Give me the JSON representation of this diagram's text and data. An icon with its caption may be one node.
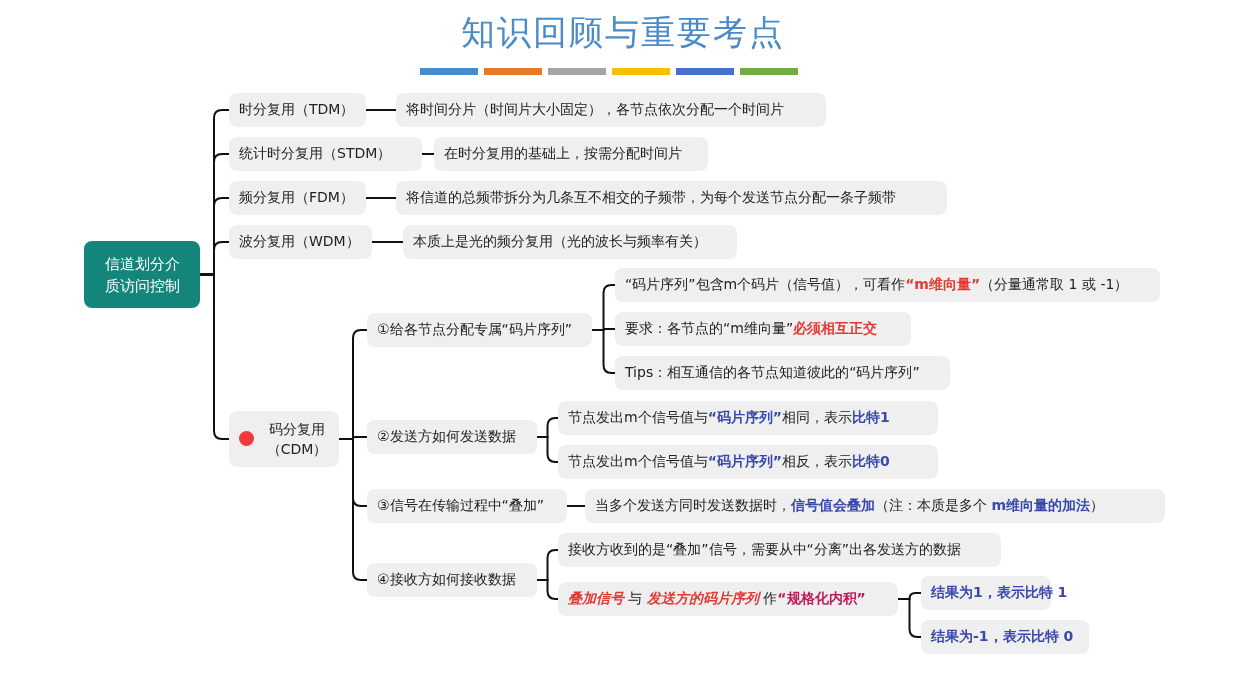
{
  "diagram": {
    "title": "知识回顾与重要考点",
    "nodes": [
      {
        "text": [
          "信道划分介质访问控制"
        ]
      },
      {
        "text": [
          "时分复用（TDM）"
        ]
      },
      {
        "text": [
          "将时间分片（时间片大小固定），各节点依次分配一个时间片"
        ]
      },
      {
        "text": [
          "统计时分复用（STDM）"
        ]
      },
      {
        "text": [
          "在时分复用的基础上，按需分配时间片"
        ]
      },
      {
        "text": [
          "频分复用（FDM）"
        ]
      },
      {
        "text": [
          "将信道的总频带拆分为几条互不相交的子频带，为每个发送节点分配一条子频带"
        ]
      },
      {
        "text": [
          "波分复用（WDM）"
        ]
      },
      {
        "text": [
          "本质上是光的频分复用（光的波长与频率有关）"
        ]
      },
      {
        "text": [
          "码分复用（CDM）"
        ]
      },
      {
        "text": [
          "①给各节点分配专属“码片序列”"
        ]
      },
      {
        "text": [
          "“码片序列”包含m个码片（信号值），可看作**“m维向量”**（分量通常取 1 或 -1）"
        ]
      },
      {
        "text": [
          "要求：各节点的“m维向量”**必须相互正交**"
        ]
      },
      {
        "text": [
          "Tips：相互通信的各节点知道彼此的“码片序列”"
        ]
      },
      {
        "text": [
          "②发送方如何发送数据"
        ]
      },
      {
        "text": [
          "节点发出m个信号值与**“码片序列”**相同，表示**比特1**"
        ]
      },
      {
        "text": [
          "节点发出m个信号值与**“码片序列”**相反，表示**比特0**"
        ]
      },
      {
        "text": [
          "③信号在传输过程中“叠加”"
        ]
      },
      {
        "text": [
          "当多个发送方同时发送数据时，**信号值会叠加**（注：本质是多个 **m维向量的加法**）"
        ]
      },
      {
        "text": [
          "④接收方如何接收数据"
        ]
      },
      {
        "text": [
          "接收方收到的是“叠加”信号，需要从中“分离”出各发送方的数据"
        ]
      },
      {
        "text": [
          "*叠加信号* 与 *发送方的码片序列* 作**“规格化内积”**"
        ]
      },
      {
        "text": [
          "结果为1，表示比特 1"
        ]
      },
      {
        "text": [
          "结果为-1，表示比特 0"
        ]
      }
    ],
    "edges": [
      {
        "from": 0,
        "to": 1,
        "arrow": "none"
      },
      {
        "from": 0,
        "to": 3,
        "arrow": "none"
      },
      {
        "from": 0,
        "to": 5,
        "arrow": "none"
      },
      {
        "from": 0,
        "to": 7,
        "arrow": "none"
      },
      {
        "from": 0,
        "to": 9,
        "arrow": "none"
      },
      {
        "from": 1,
        "to": 2,
        "arrow": "none"
      },
      {
        "from": 3,
        "to": 4,
        "arrow": "none"
      },
      {
        "from": 5,
        "to": 6,
        "arrow": "none"
      },
      {
        "from": 7,
        "to": 8,
        "arrow": "none"
      },
      {
        "from": 9,
        "to": 10,
        "arrow": "none"
      },
      {
        "from": 9,
        "to": 14,
        "arrow": "none"
      },
      {
        "from": 9,
        "to": 17,
        "arrow": "none"
      },
      {
        "from": 9,
        "to": 19,
        "arrow": "none"
      },
      {
        "from": 10,
        "to": 11,
        "arrow": "none"
      },
      {
        "from": 10,
        "to": 12,
        "arrow": "none"
      },
      {
        "from": 10,
        "to": 13,
        "arrow": "none"
      },
      {
        "from": 14,
        "to": 15,
        "arrow": "none"
      },
      {
        "from": 14,
        "to": 16,
        "arrow": "none"
      },
      {
        "from": 17,
        "to": 18,
        "arrow": "none"
      },
      {
        "from": 19,
        "to": 20,
        "arrow": "none"
      },
      {
        "from": 19,
        "to": 21,
        "arrow": "none"
      },
      {
        "from": 21,
        "to": 22,
        "arrow": "none"
      },
      {
        "from": 21,
        "to": 23,
        "arrow": "none"
      }
    ]
  }
}
